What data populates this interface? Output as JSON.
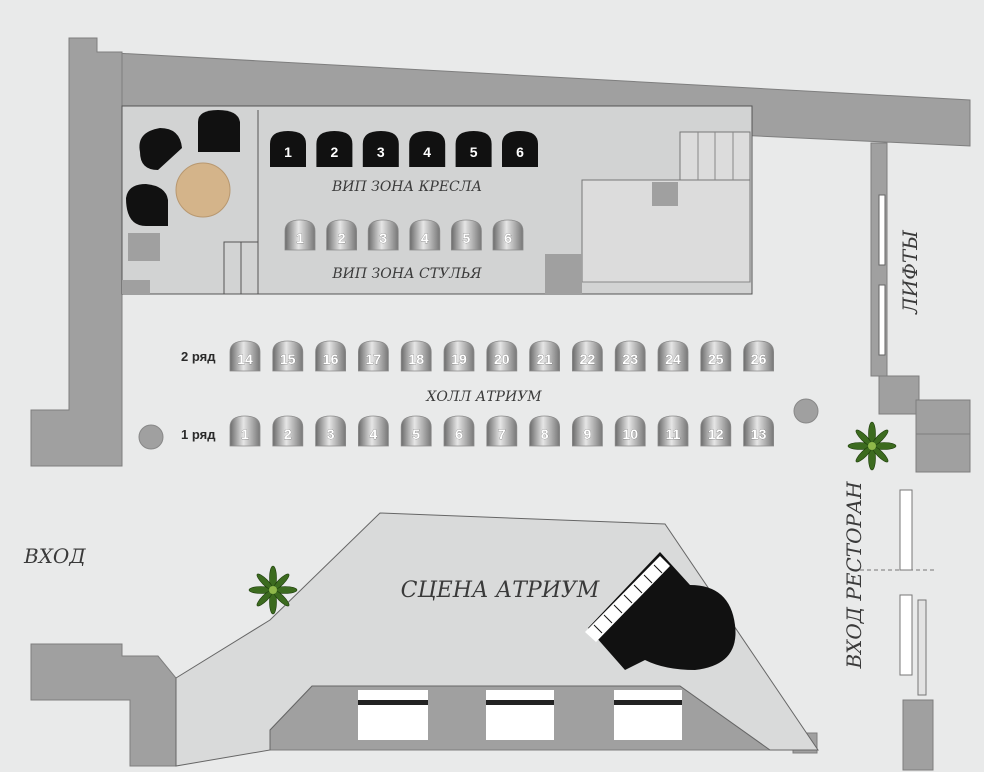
{
  "labels": {
    "vip_armchairs": "ВИП ЗОНА КРЕСЛА",
    "vip_chairs": "ВИП ЗОНА СТУЛЬЯ",
    "hall": "ХОЛЛ АТРИУМ",
    "stage": "СЦЕНА АТРИУМ",
    "entrance": "ВХОД",
    "lifts": "ЛИФТЫ",
    "restaurant_entrance": "ВХОД РЕСТОРАН",
    "row1": "1 ряд",
    "row2": "2 ряд"
  },
  "vip_armchairs": [
    "1",
    "2",
    "3",
    "4",
    "5",
    "6"
  ],
  "vip_chairs": [
    "1",
    "2",
    "3",
    "4",
    "5",
    "6"
  ],
  "row2_seats": [
    "14",
    "15",
    "16",
    "17",
    "18",
    "19",
    "20",
    "21",
    "22",
    "23",
    "24",
    "25",
    "26"
  ],
  "row1_seats": [
    "1",
    "2",
    "3",
    "4",
    "5",
    "6",
    "7",
    "8",
    "9",
    "10",
    "11",
    "12",
    "13"
  ],
  "colors": {
    "wall": "#a0a0a0",
    "floor": "#e9eaea",
    "vip_floor": "#d2d3d3",
    "stage": "#d9dada",
    "table": "#d4b48a"
  }
}
